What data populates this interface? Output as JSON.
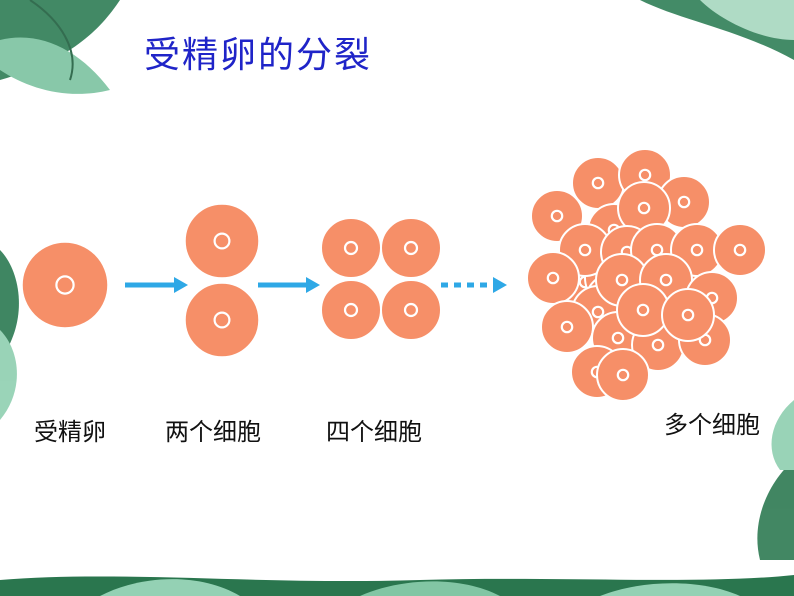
{
  "title": "受精卵的分裂",
  "stages": [
    {
      "label": "受精卵",
      "cell_count": 1
    },
    {
      "label": "两个细胞",
      "cell_count": 2
    },
    {
      "label": "四个细胞",
      "cell_count": 4
    },
    {
      "label": "多个细胞",
      "cell_count": "many"
    }
  ],
  "colors": {
    "title": "#1f24c8",
    "cell_fill": "#f68f68",
    "cell_stroke": "#ffffff",
    "nucleus": "#ffffff",
    "arrow": "#2ea8e6",
    "leaf_dark": "#1f6f45",
    "leaf_light": "#8fcfb0"
  }
}
